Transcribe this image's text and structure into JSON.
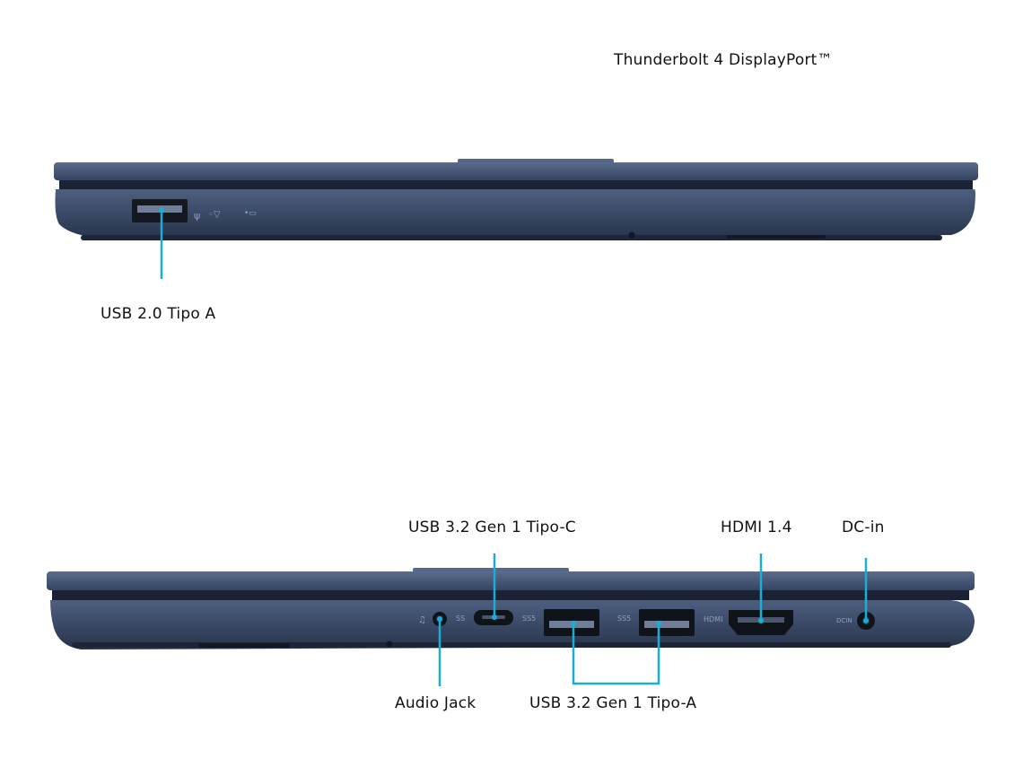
{
  "labels": {
    "top_right": "Thunderbolt 4 DisplayPort™",
    "usb2": "USB 2.0 Tipo A",
    "usbc": "USB 3.2 Gen 1 Tipo-C",
    "hdmi": "HDMI 1.4",
    "dcin": "DC-in",
    "audio": "Audio Jack",
    "usba": "USB 3.2 Gen 1 Tipo-A"
  },
  "port_markings": {
    "ss": "SS",
    "ss5": "SS5",
    "hdmi": "HDMI",
    "dc": "DCIN"
  },
  "colors": {
    "chassis": "#3b4a67",
    "chassis_dark": "#1f2a40",
    "chassis_light": "#56688a",
    "port": "#14181f",
    "callout": "#1aaed6"
  }
}
